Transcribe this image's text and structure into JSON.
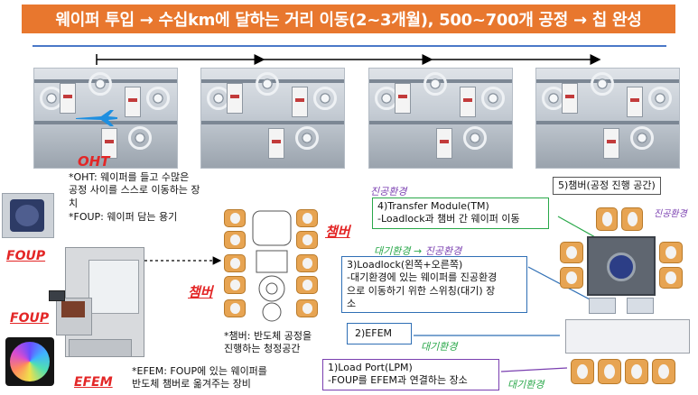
{
  "banner": {
    "title": "웨이퍼 투입 → 수십km에 달하는 거리 이동(2~3개월), 500~700개 공정 → 칩 완성"
  },
  "labels": {
    "oht": "OHT",
    "foup_top": "FOUP",
    "foup_bottom": "FOUP",
    "efem": "EFEM",
    "chamber_right": "챔버",
    "chamber_left": "챔버"
  },
  "notes": {
    "oht_desc": "*OHT: 웨이퍼를 들고 수많은\n공정 사이를 스스로 이동하는 장\n치",
    "foup_desc": "*FOUP: 웨이퍼 담는 용기",
    "chamber_desc": "*챔버: 반도체 공정을\n진행하는 청정공간",
    "efem_desc": "*EFEM: FOUP에 있는 웨이퍼를\n반도체 챔버로 옮겨주는 장비"
  },
  "boxes": {
    "chamber5": "5)챔버(공정 진행 공간)",
    "tm": "4)Transfer Module(TM)\n-Loadlock과 챔버 간 웨이퍼 이동",
    "loadlock": "3)Loadlock(왼쪽+오른쪽)\n-대기환경에 있는 웨이퍼를 진공환경\n으로 이동하기 위한 스위칭(대기) 장\n소",
    "efem2": "2)EFEM",
    "lpm": "1)Load Port(LPM)\n-FOUP를 EFEM과 연결하는 장소"
  },
  "env": {
    "vacuum_top": "진공환경",
    "vacuum_right": "진공환경",
    "atm_to_vac_a": "대기환경 →",
    "atm_to_vac_b": "진공환경",
    "atm_mid": "대기환경",
    "atm_bottom": "대기환경"
  },
  "colors": {
    "banner": "#e8772e",
    "red": "#e32626",
    "purple": "#7a3fb0",
    "green": "#2aa84a",
    "blue": "#2f6fb5",
    "teal": "#2fa0a8",
    "chip": "#e7a452"
  }
}
